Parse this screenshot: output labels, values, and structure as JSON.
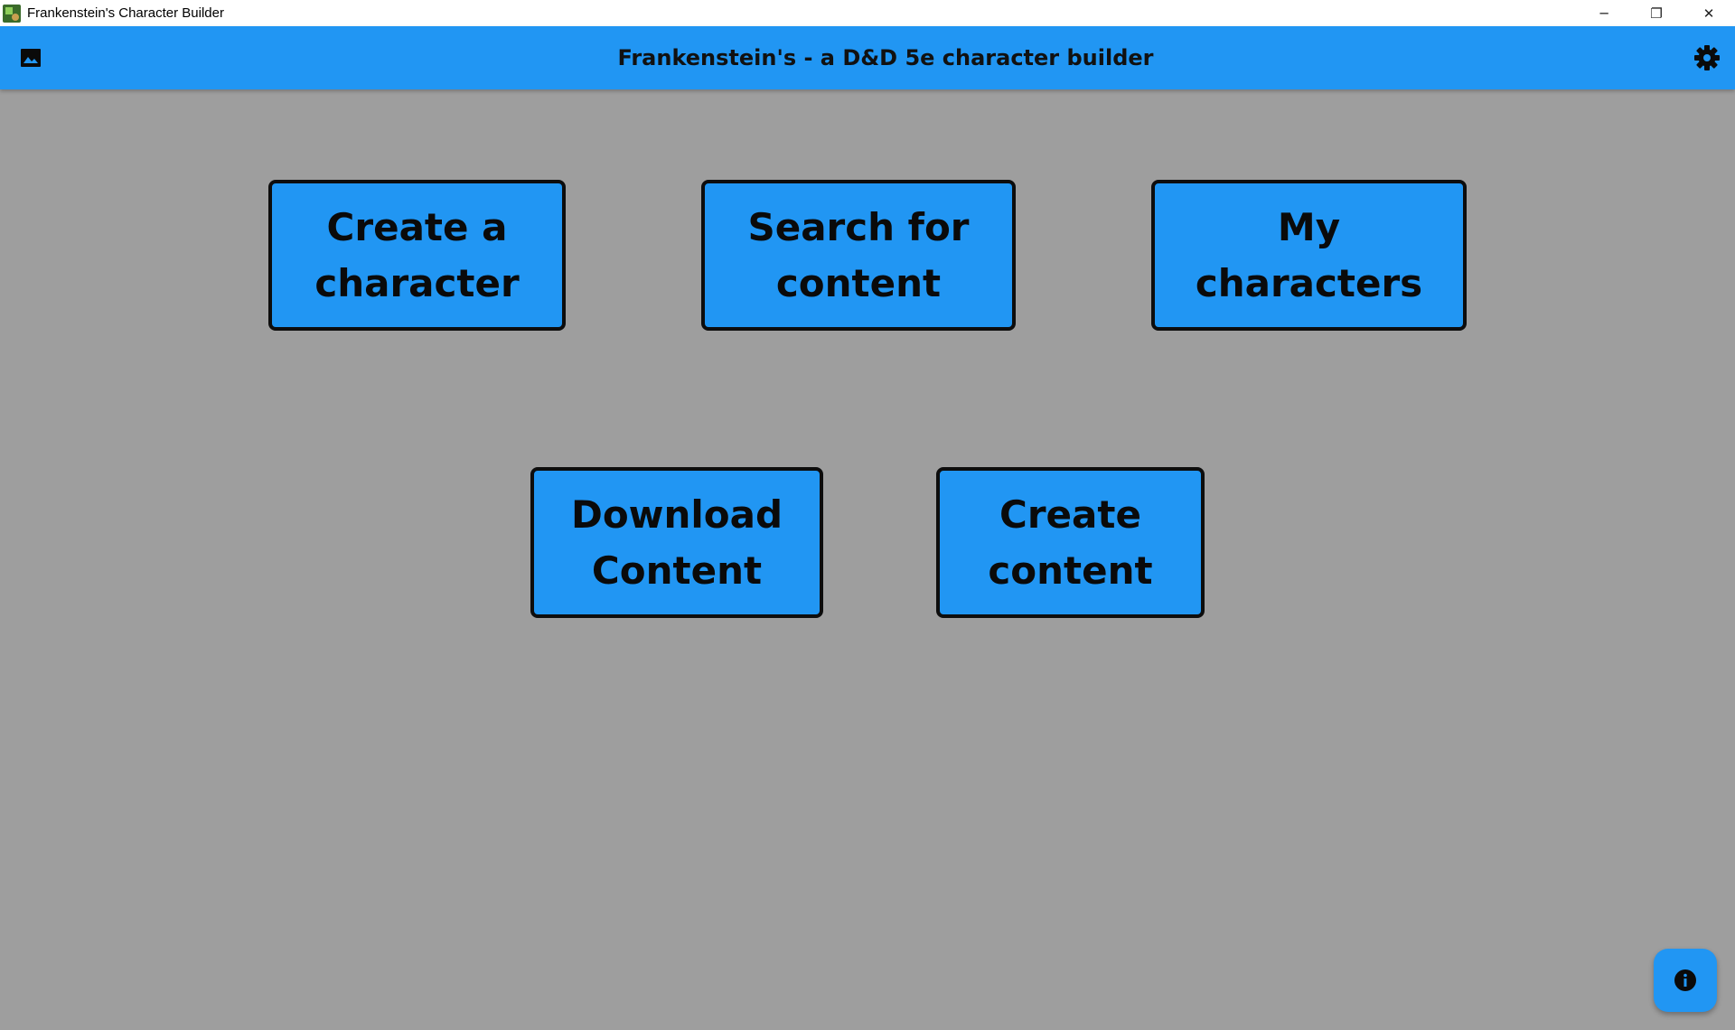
{
  "window": {
    "title": "Frankenstein's Character Builder",
    "minimize_glyph": "─",
    "restore_glyph": "❐",
    "close_glyph": "✕"
  },
  "appbar": {
    "title": "Frankenstein's - a D&D 5e character builder",
    "left_icon": "image-icon",
    "right_icon": "gear-icon",
    "color": "#2196f3"
  },
  "menu": {
    "row1": [
      {
        "id": "create_character",
        "label": "Create a\ncharacter"
      },
      {
        "id": "search_content",
        "label": "Search for\ncontent"
      },
      {
        "id": "my_characters",
        "label": "My\ncharacters"
      }
    ],
    "row2": [
      {
        "id": "download_content",
        "label": "Download\nContent"
      },
      {
        "id": "create_content",
        "label": "Create\ncontent"
      }
    ]
  },
  "fab": {
    "icon": "info-icon"
  },
  "colors": {
    "background": "#9e9e9e",
    "accent": "#2196f3",
    "border": "#0d0d0d"
  }
}
